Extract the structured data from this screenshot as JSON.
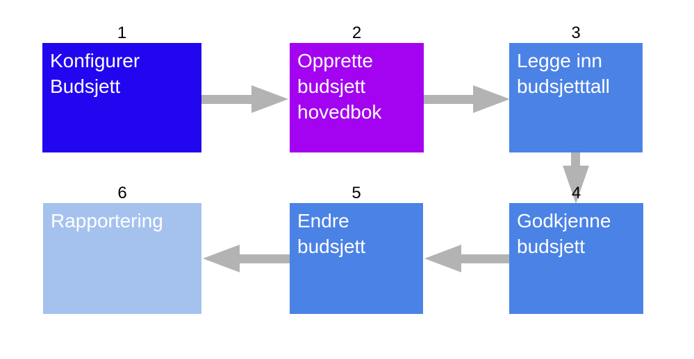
{
  "colors": {
    "background": "#ffffff",
    "arrow": "#b3b3b3",
    "number_text": "#000000",
    "box_text": "#ffffff"
  },
  "diagram": {
    "nodes": [
      {
        "number": "1",
        "label": "Konfigurer\nBudsjett",
        "color": "#2206f0"
      },
      {
        "number": "2",
        "label": "Opprette\nbudsjett\nhovedbok",
        "color": "#a303f0"
      },
      {
        "number": "3",
        "label": "Legge inn\nbudsjetttall",
        "color": "#4b82e5"
      },
      {
        "number": "4",
        "label": "Godkjenne\nbudsjett",
        "color": "#4b82e5"
      },
      {
        "number": "5",
        "label": "Endre\nbudsjett",
        "color": "#4b82e5"
      },
      {
        "number": "6",
        "label": "Rapportering",
        "color": "#a5c2ee"
      }
    ],
    "edges": [
      {
        "from": "1",
        "to": "2",
        "direction": "right"
      },
      {
        "from": "2",
        "to": "3",
        "direction": "right"
      },
      {
        "from": "3",
        "to": "4",
        "direction": "down"
      },
      {
        "from": "4",
        "to": "5",
        "direction": "left"
      },
      {
        "from": "5",
        "to": "6",
        "direction": "left"
      }
    ]
  }
}
